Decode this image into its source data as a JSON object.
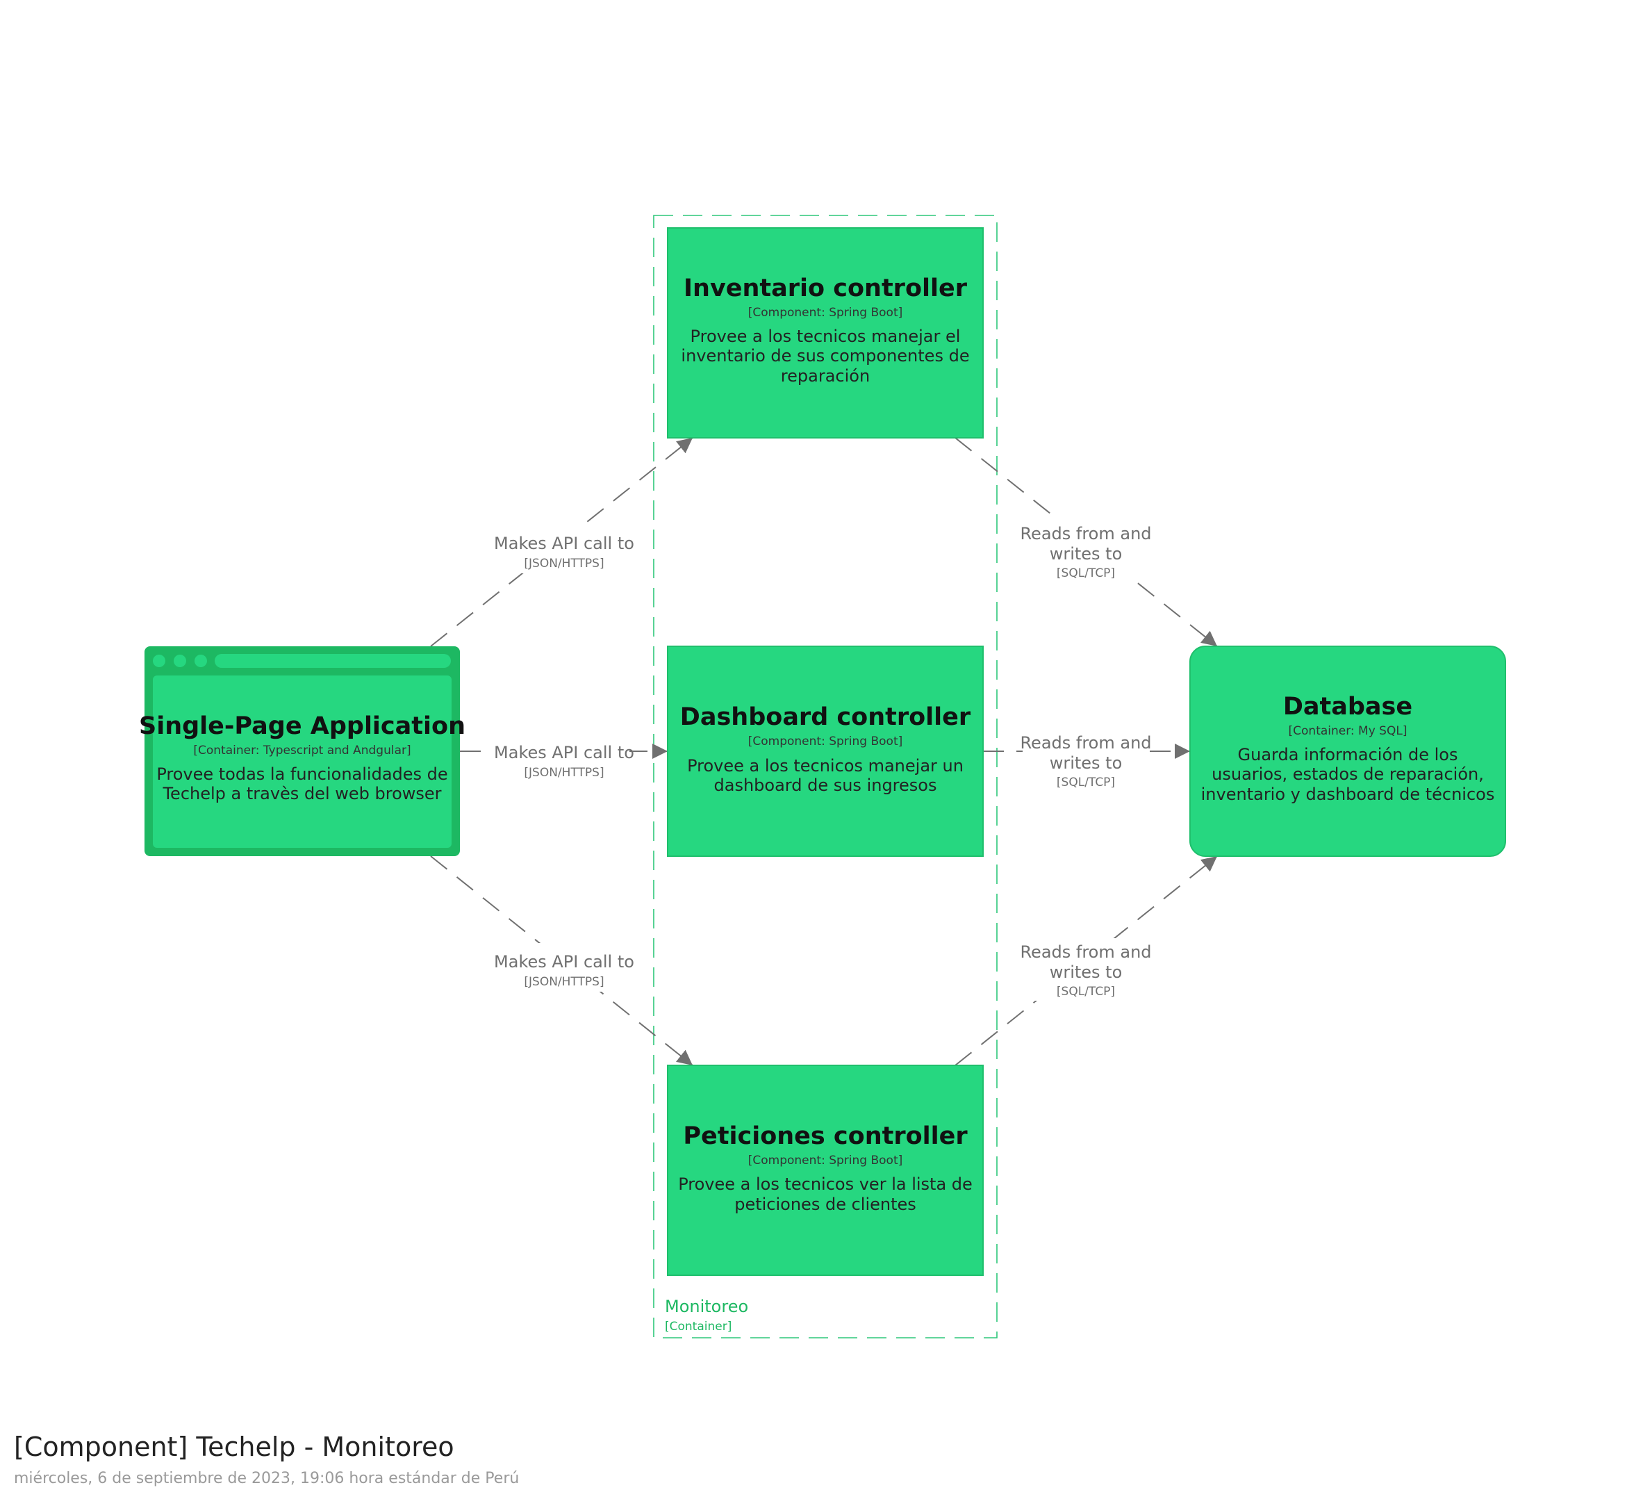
{
  "colors": {
    "component_fill": "#26d780",
    "component_stroke": "#1fbf6c",
    "container_fill": "#26d780",
    "browser_frame": "#1db862",
    "edge": "#707070",
    "boundary": "#2ec77a"
  },
  "boundary": {
    "name": "Monitoreo",
    "type": "[Container]"
  },
  "elements": {
    "spa": {
      "title": "Single-Page Application",
      "tech": "[Container: Typescript and Andgular]",
      "desc": [
        "Provee todas la funcionalidades de",
        "Techelp a travès del web browser"
      ],
      "icon": "browser-window-icon"
    },
    "inventario": {
      "title": "Inventario controller",
      "tech": "[Component: Spring Boot]",
      "desc": [
        "Provee a los tecnicos manejar el",
        "inventario de sus componentes de",
        "reparación"
      ]
    },
    "dashboard": {
      "title": "Dashboard controller",
      "tech": "[Component: Spring Boot]",
      "desc": [
        "Provee a los tecnicos manejar un",
        "dashboard de sus ingresos"
      ]
    },
    "peticiones": {
      "title": "Peticiones controller",
      "tech": "[Component: Spring Boot]",
      "desc": [
        "Provee a los tecnicos ver la lista de",
        "peticiones de clientes"
      ]
    },
    "database": {
      "title": "Database",
      "tech": "[Container: My SQL]",
      "desc": [
        "Guarda información de los",
        "usuarios, estados de reparación,",
        "inventario y dashboard de técnicos"
      ]
    }
  },
  "relationships": [
    {
      "from": "spa",
      "to": "inventario",
      "label": [
        "Makes API call to"
      ],
      "tech": "[JSON/HTTPS]"
    },
    {
      "from": "spa",
      "to": "dashboard",
      "label": [
        "Makes API call to"
      ],
      "tech": "[JSON/HTTPS]"
    },
    {
      "from": "spa",
      "to": "peticiones",
      "label": [
        "Makes API call to"
      ],
      "tech": "[JSON/HTTPS]"
    },
    {
      "from": "inventario",
      "to": "database",
      "label": [
        "Reads from and",
        "writes to"
      ],
      "tech": "[SQL/TCP]"
    },
    {
      "from": "dashboard",
      "to": "database",
      "label": [
        "Reads from and",
        "writes to"
      ],
      "tech": "[SQL/TCP]"
    },
    {
      "from": "peticiones",
      "to": "database",
      "label": [
        "Reads from and",
        "writes to"
      ],
      "tech": "[SQL/TCP]"
    }
  ],
  "footer": {
    "title": "[Component] Techelp - Monitoreo",
    "date": "miércoles, 6 de septiembre de 2023, 19:06 hora estándar de Perú"
  }
}
